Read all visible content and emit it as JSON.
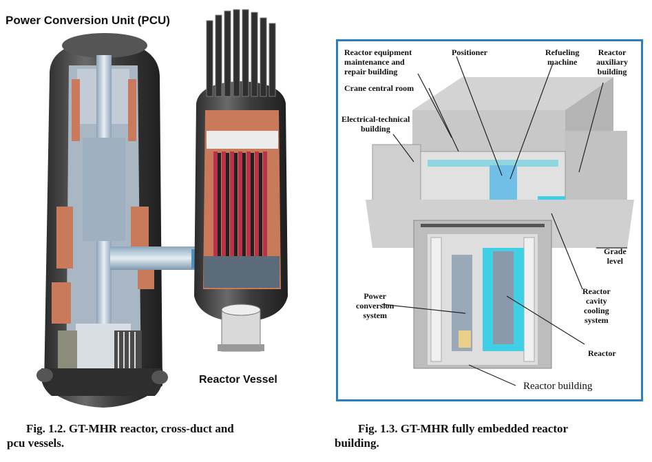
{
  "figure_left": {
    "title_top": "Power Conversion Unit (PCU)",
    "title_bottom": "Reactor Vessel",
    "caption_line1": "Fig. 1.2.  GT-MHR reactor, cross-duct and",
    "caption_line2": "pcu vessels."
  },
  "figure_right": {
    "labels": {
      "maintenance_1": "Reactor equipment",
      "maintenance_2": "maintenance and",
      "maintenance_3": "repair building",
      "crane": "Crane central room",
      "electrical_1": "Electrical-technical",
      "electrical_2": "building",
      "positioner": "Positioner",
      "refuel_1": "Refueling",
      "refuel_2": "machine",
      "aux_1": "Reactor",
      "aux_2": "auxiliary",
      "aux_3": "building",
      "grade_1": "Grade",
      "grade_2": "level",
      "rccs_1": "Reactor",
      "rccs_2": "cavity",
      "rccs_3": "cooling",
      "rccs_4": "system",
      "pcs_1": "Power",
      "pcs_2": "conversion",
      "pcs_3": "system",
      "reactor": "Reactor",
      "building": "Reactor building"
    },
    "caption_line1": "Fig. 1.3.  GT-MHR fully embedded reactor",
    "caption_line2": "building."
  },
  "colors": {
    "frame_blue": "#2a7fc4",
    "copper": "#c97a5a",
    "crimson": "#b8334a",
    "steel_dark": "#3b3b3b",
    "steel_light": "#c9d3de",
    "cyan": "#3fd0e6",
    "concrete": "#bdbdbd"
  }
}
